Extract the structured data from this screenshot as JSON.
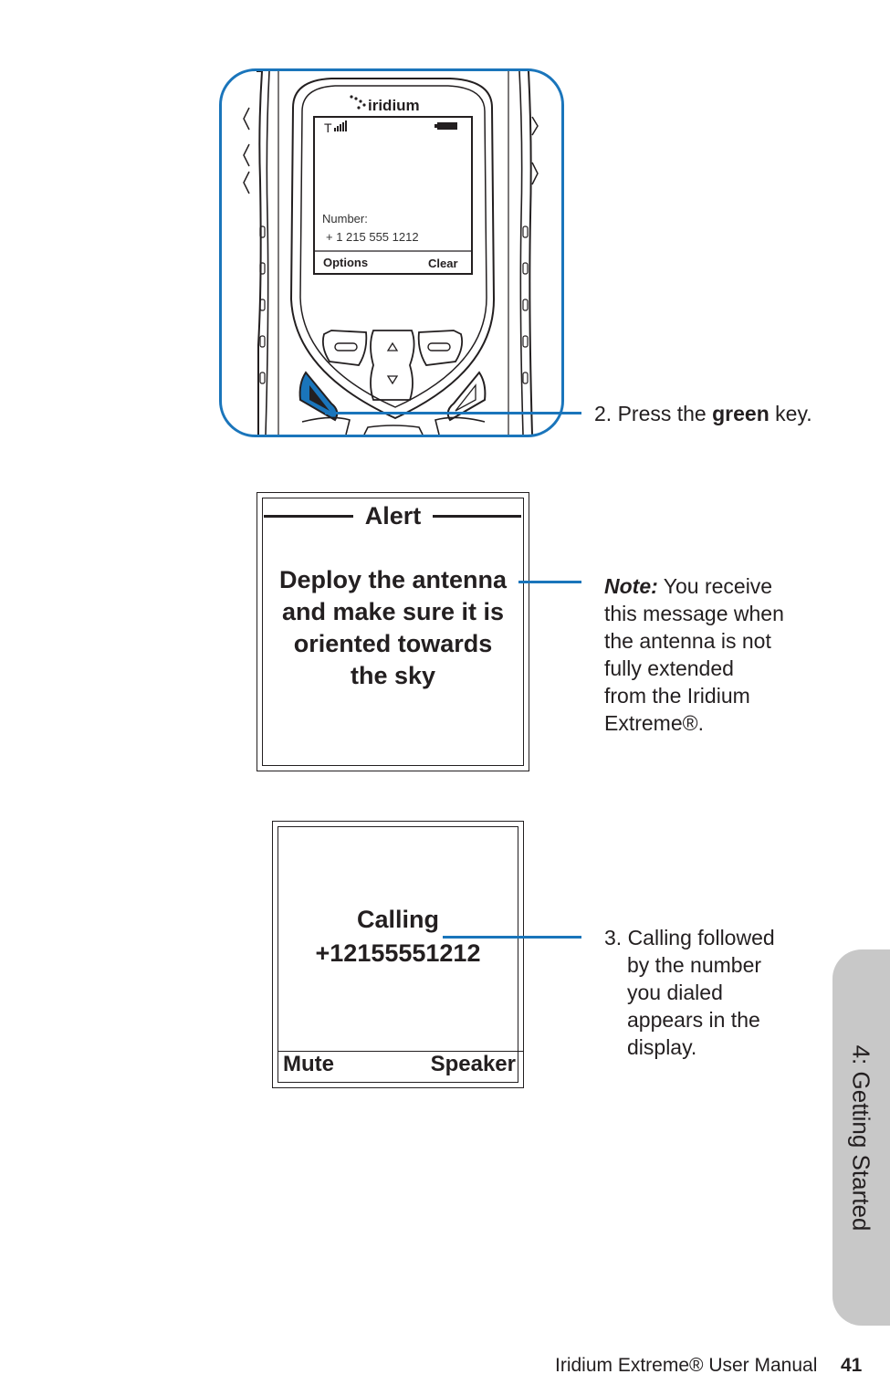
{
  "phone": {
    "brand": "iridium",
    "screen": {
      "number_label": "Number:",
      "number_value": "+ 1 215 555 1212",
      "softkey_left": "Options",
      "softkey_right": "Clear"
    }
  },
  "step2": {
    "prefix": "2. Press the ",
    "bold": "green",
    "suffix": " key."
  },
  "alert_screen": {
    "title": "Alert",
    "message_lines": [
      "Deploy the antenna",
      "and make sure it is",
      "oriented towards",
      "the sky"
    ]
  },
  "note": {
    "label": "Note:",
    "lines": [
      " You receive",
      "this message when",
      "the antenna is not",
      "fully extended",
      "from the Iridium",
      "Extreme®."
    ]
  },
  "calling_screen": {
    "label": "Calling",
    "number": "+12155551212",
    "softkey_left": "Mute",
    "softkey_right": "Speaker"
  },
  "step3": {
    "lines": [
      "3. Calling followed",
      "by the number",
      "you dialed",
      "appears in the",
      "display."
    ]
  },
  "side_tab": "4: Getting Started",
  "footer": {
    "title": "Iridium Extreme® User Manual",
    "page": "41"
  },
  "colors": {
    "accent": "#1a75bb",
    "tab": "#c8c8c8",
    "text": "#231f20"
  }
}
